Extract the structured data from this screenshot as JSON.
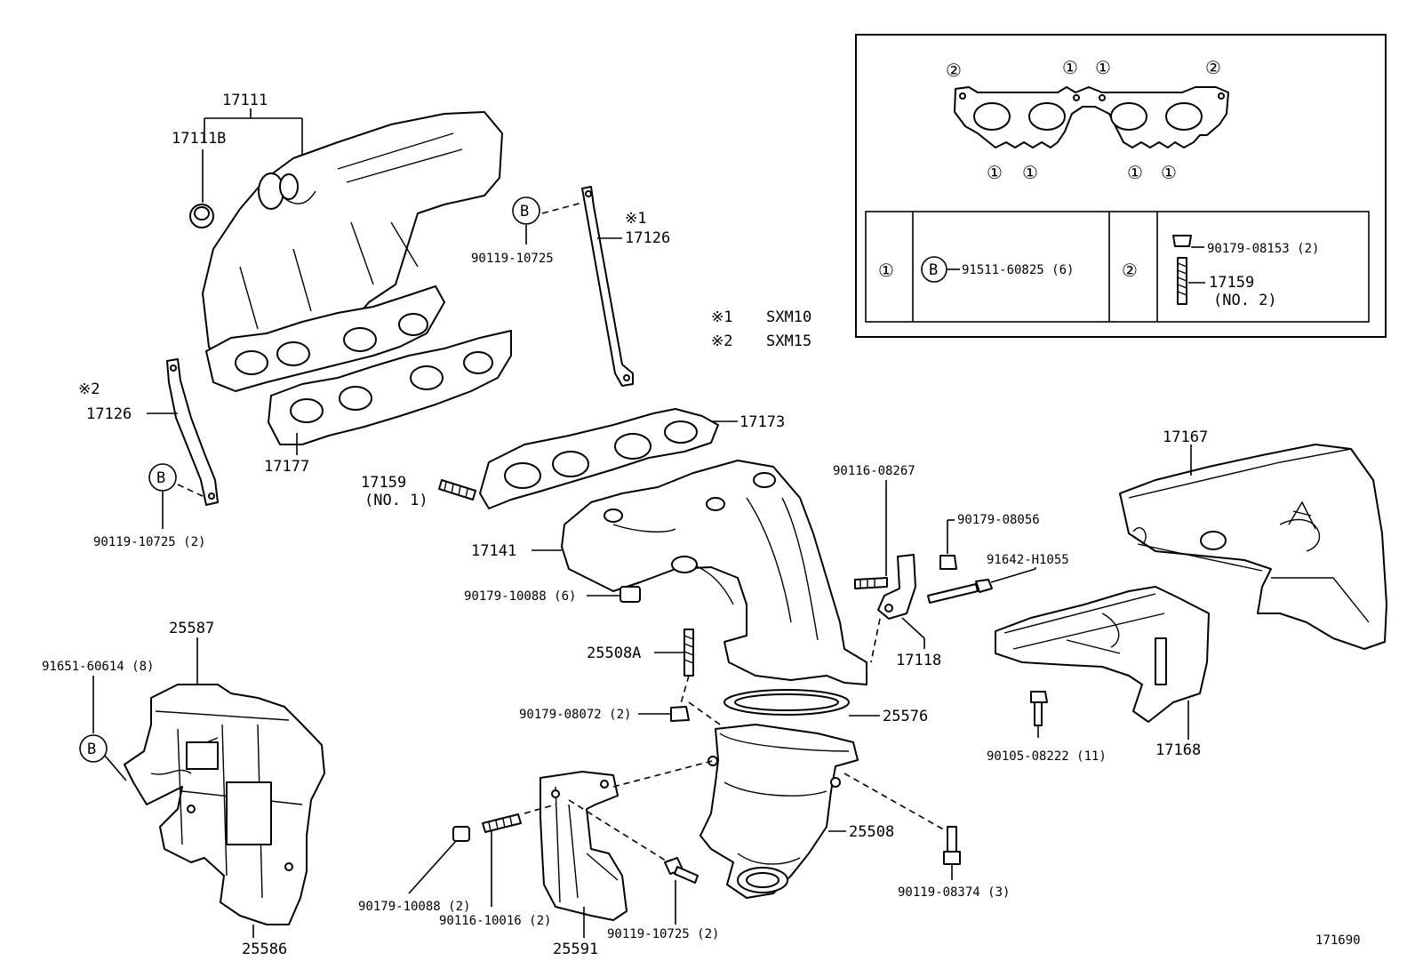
{
  "diagram": {
    "figure_number": "171690",
    "notes": [
      {
        "mark": "※1",
        "text": "SXM10"
      },
      {
        "mark": "※2",
        "text": "SXM15"
      }
    ],
    "ref_marks": {
      "one": "①",
      "two": "②",
      "b": "B"
    },
    "callouts": {
      "p17111": "17111",
      "p17111b": "17111B",
      "p17126_a": "17126",
      "p17126_a_mark": "※1",
      "p90119_10725_a": "90119-10725",
      "p17126_b": "17126",
      "p17126_b_mark": "※2",
      "p90119_10725_b": "90119-10725 (2)",
      "p17177": "17177",
      "p17173": "17173",
      "p17159_no1": "17159",
      "p17159_no1_sub": "(NO. 1)",
      "p17141": "17141",
      "p90179_10088_a": "90179-10088 (6)",
      "p90116_08267": "90116-08267",
      "p90179_08056": "90179-08056",
      "p91642_h1055": "91642-H1055",
      "p17118": "17118",
      "p17167": "17167",
      "p17168": "17168",
      "p90105_08222": "90105-08222 (11)",
      "p25508a": "25508A",
      "p90179_08072": "90179-08072 (2)",
      "p25576": "25576",
      "p25508": "25508",
      "p90119_08374": "90119-08374 (3)",
      "p25587": "25587",
      "p91651_60614": "91651-60614 (8)",
      "p25586": "25586",
      "p90179_10088_b": "90179-10088 (2)",
      "p90116_10016": "90116-10016 (2)",
      "p25591": "25591",
      "p90119_10725_c": "90119-10725 (2)"
    },
    "legend": {
      "row1_part": "91511-60825 (6)",
      "row2_part_a": "90179-08153 (2)",
      "row2_part_b": "17159",
      "row2_part_b_sub": "(NO. 2)"
    }
  }
}
